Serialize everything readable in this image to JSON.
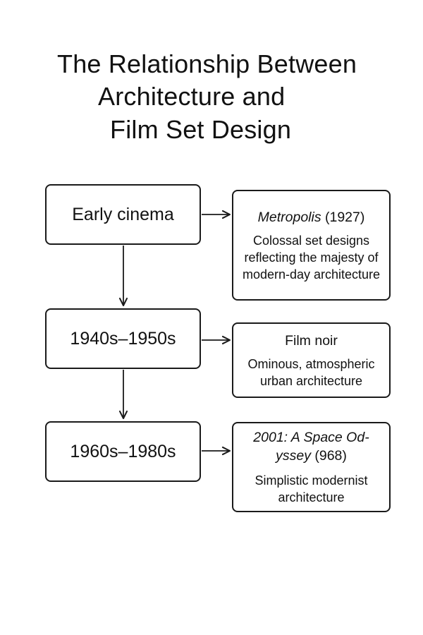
{
  "title": {
    "line1": "The Relationship Between",
    "line2": "Architecture and",
    "line3": "Film Set Design"
  },
  "rows": [
    {
      "era": "Early cinema",
      "film_title": "Metropolis",
      "film_year": " (1927)",
      "description": "Colossal set designs reflecting the majesty of modern-day architecture"
    },
    {
      "era": "1940s–1950s",
      "film_title": "",
      "film_year": "Film noir",
      "description": "Ominous, atmospheric urban architecture"
    },
    {
      "era": "1960s–1980s",
      "film_title": "2001: A Space Od-yssey",
      "film_year": " (968)",
      "description": "Simplistic modernist architecture"
    }
  ],
  "colors": {
    "stroke": "#1a1a1a",
    "text": "#111111",
    "background": "#ffffff"
  }
}
